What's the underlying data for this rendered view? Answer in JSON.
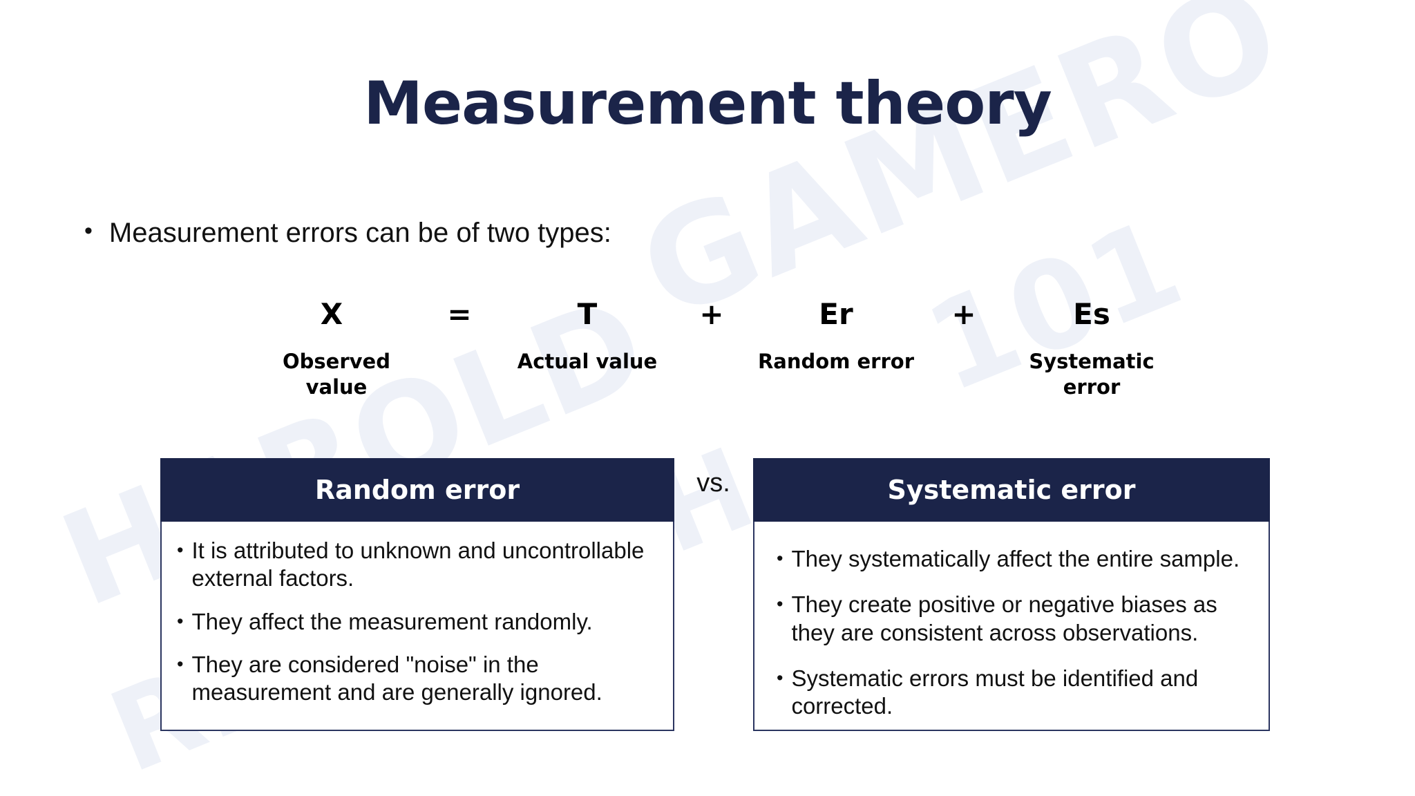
{
  "slide": {
    "title": "Measurement theory",
    "intro_bullet": "Measurement errors can be of two types:",
    "bullet_glyph": "•",
    "vs_label": "vs.",
    "accent_navy": "#1b2449",
    "body_text_color": "#111111",
    "background": "#ffffff"
  },
  "equation": {
    "terms": [
      {
        "symbol": "X",
        "label": "Observed value"
      },
      {
        "symbol": "=",
        "label": ""
      },
      {
        "symbol": "T",
        "label": "Actual value"
      },
      {
        "symbol": "+",
        "label": ""
      },
      {
        "symbol": "Er",
        "label": "Random error"
      },
      {
        "symbol": "+",
        "label": ""
      },
      {
        "symbol": "Es",
        "label": "Systematic error"
      }
    ]
  },
  "comparison": {
    "left": {
      "header": "Random error",
      "items": [
        "It is attributed to unknown and uncontrollable external factors.",
        "They affect the measurement randomly.",
        "They are considered \"noise\" in the measurement and are generally ignored."
      ]
    },
    "right": {
      "header": "Systematic error",
      "items": [
        "They systematically affect the entire sample.",
        "They create positive or negative biases as they are consistent across observations.",
        "Systematic errors must be identified and corrected."
      ]
    }
  },
  "watermark": {
    "line1": "GAMERO",
    "line2": "HAROLD",
    "line3": "RESEARCH",
    "line4": "101"
  }
}
